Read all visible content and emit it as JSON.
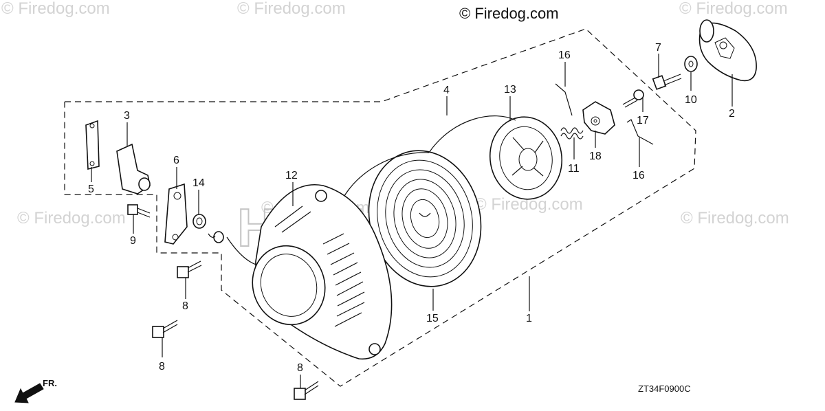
{
  "watermarks": {
    "copyright_top": "© Firedog.com",
    "faint": "© Firedog.com",
    "logo_text": "HONDA"
  },
  "callouts": [
    {
      "id": "callout-1",
      "label": "1"
    },
    {
      "id": "callout-2",
      "label": "2"
    },
    {
      "id": "callout-3",
      "label": "3"
    },
    {
      "id": "callout-4",
      "label": "4"
    },
    {
      "id": "callout-5",
      "label": "5"
    },
    {
      "id": "callout-6",
      "label": "6"
    },
    {
      "id": "callout-7",
      "label": "7"
    },
    {
      "id": "callout-8a",
      "label": "8"
    },
    {
      "id": "callout-8b",
      "label": "8"
    },
    {
      "id": "callout-8c",
      "label": "8"
    },
    {
      "id": "callout-9",
      "label": "9"
    },
    {
      "id": "callout-10",
      "label": "10"
    },
    {
      "id": "callout-11",
      "label": "11"
    },
    {
      "id": "callout-12",
      "label": "12"
    },
    {
      "id": "callout-13",
      "label": "13"
    },
    {
      "id": "callout-14",
      "label": "14"
    },
    {
      "id": "callout-15",
      "label": "15"
    },
    {
      "id": "callout-16a",
      "label": "16"
    },
    {
      "id": "callout-16b",
      "label": "16"
    },
    {
      "id": "callout-17",
      "label": "17"
    },
    {
      "id": "callout-18",
      "label": "18"
    }
  ],
  "diagram_code": "ZT34F0900C",
  "direction_label": "FR."
}
